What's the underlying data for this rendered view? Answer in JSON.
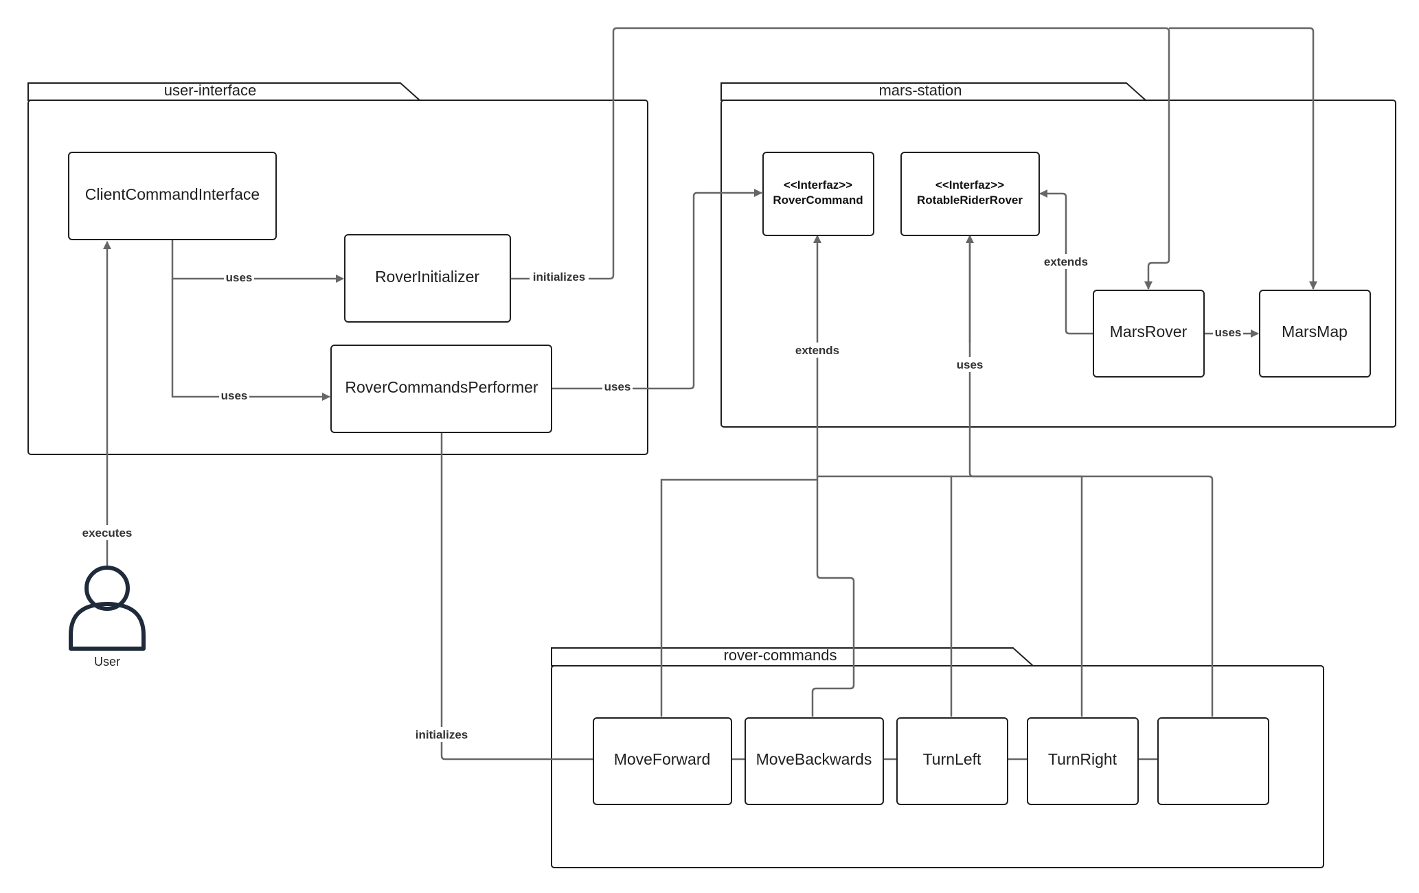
{
  "packages": {
    "user_interface": "user-interface",
    "mars_station": "mars-station",
    "rover_commands": "rover-commands"
  },
  "nodes": {
    "client_command_interface": "ClientCommandInterface",
    "rover_initializer": "RoverInitializer",
    "rover_commands_performer": "RoverCommandsPerformer",
    "rover_command_stereotype": "<<Interfaz>>",
    "rover_command_name": "RoverCommand",
    "rotable_stereotype": "<<Interfaz>>",
    "rotable_name": "RotableRiderRover",
    "mars_rover": "MarsRover",
    "mars_map": "MarsMap",
    "move_forward": "MoveForward",
    "move_backwards": "MoveBackwards",
    "turn_left": "TurnLeft",
    "turn_right": "TurnRight",
    "empty_command": ""
  },
  "edge_labels": {
    "cci_uses_initializer": "uses",
    "cci_uses_performer": "uses",
    "initializer_initializes": "initializes",
    "performer_uses_command": "uses",
    "marsrover_extends": "extends",
    "marsrover_uses_map": "uses",
    "commands_extend": "extends",
    "commands_use": "uses",
    "performer_initializes": "initializes",
    "user_executes": "executes"
  },
  "actor": {
    "label": "User"
  },
  "colors": {
    "edge": "#666666",
    "stroke": "#1f1f1f",
    "actor": "#1f2a3a"
  }
}
